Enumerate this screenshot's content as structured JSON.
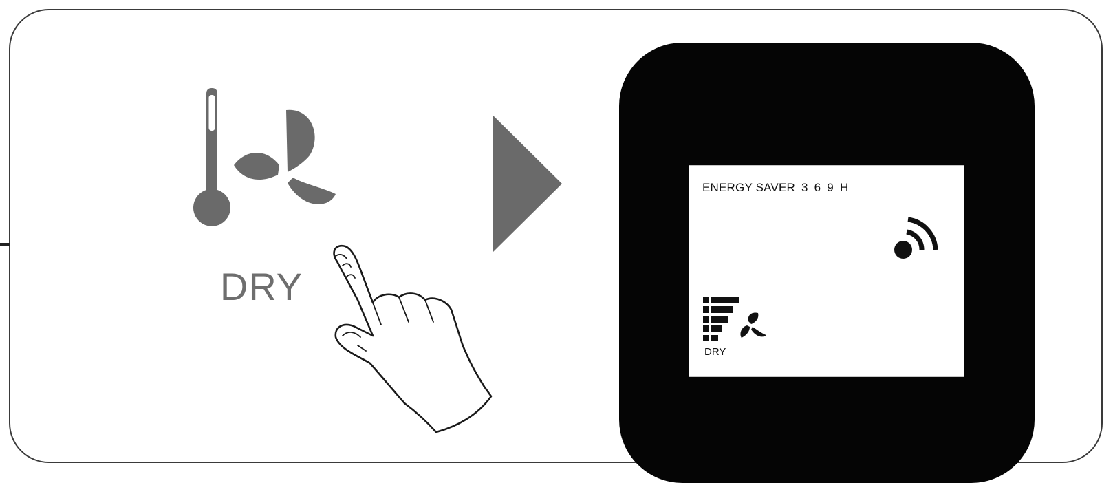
{
  "main": {
    "mode_button": {
      "icon": "dry-mode-icon",
      "label": "DRY",
      "label_color": "#6e6e6e",
      "icon_color": "#6a6a6a"
    },
    "hand_icon": "pointing-hand-icon",
    "arrow_icon": "play-arrow-icon",
    "arrow_color": "#6a6a6a"
  },
  "remote": {
    "body_color": "#050505",
    "display": {
      "energy_saver_label": "ENERGY SAVER",
      "timer_hours": [
        "3",
        "6",
        "9",
        "H"
      ],
      "signal_icon": "wireless-signal-icon",
      "fan_speed_icon": "fan-speed-bars-icon",
      "fan_icon": "fan-icon",
      "mode_label": "DRY"
    }
  }
}
